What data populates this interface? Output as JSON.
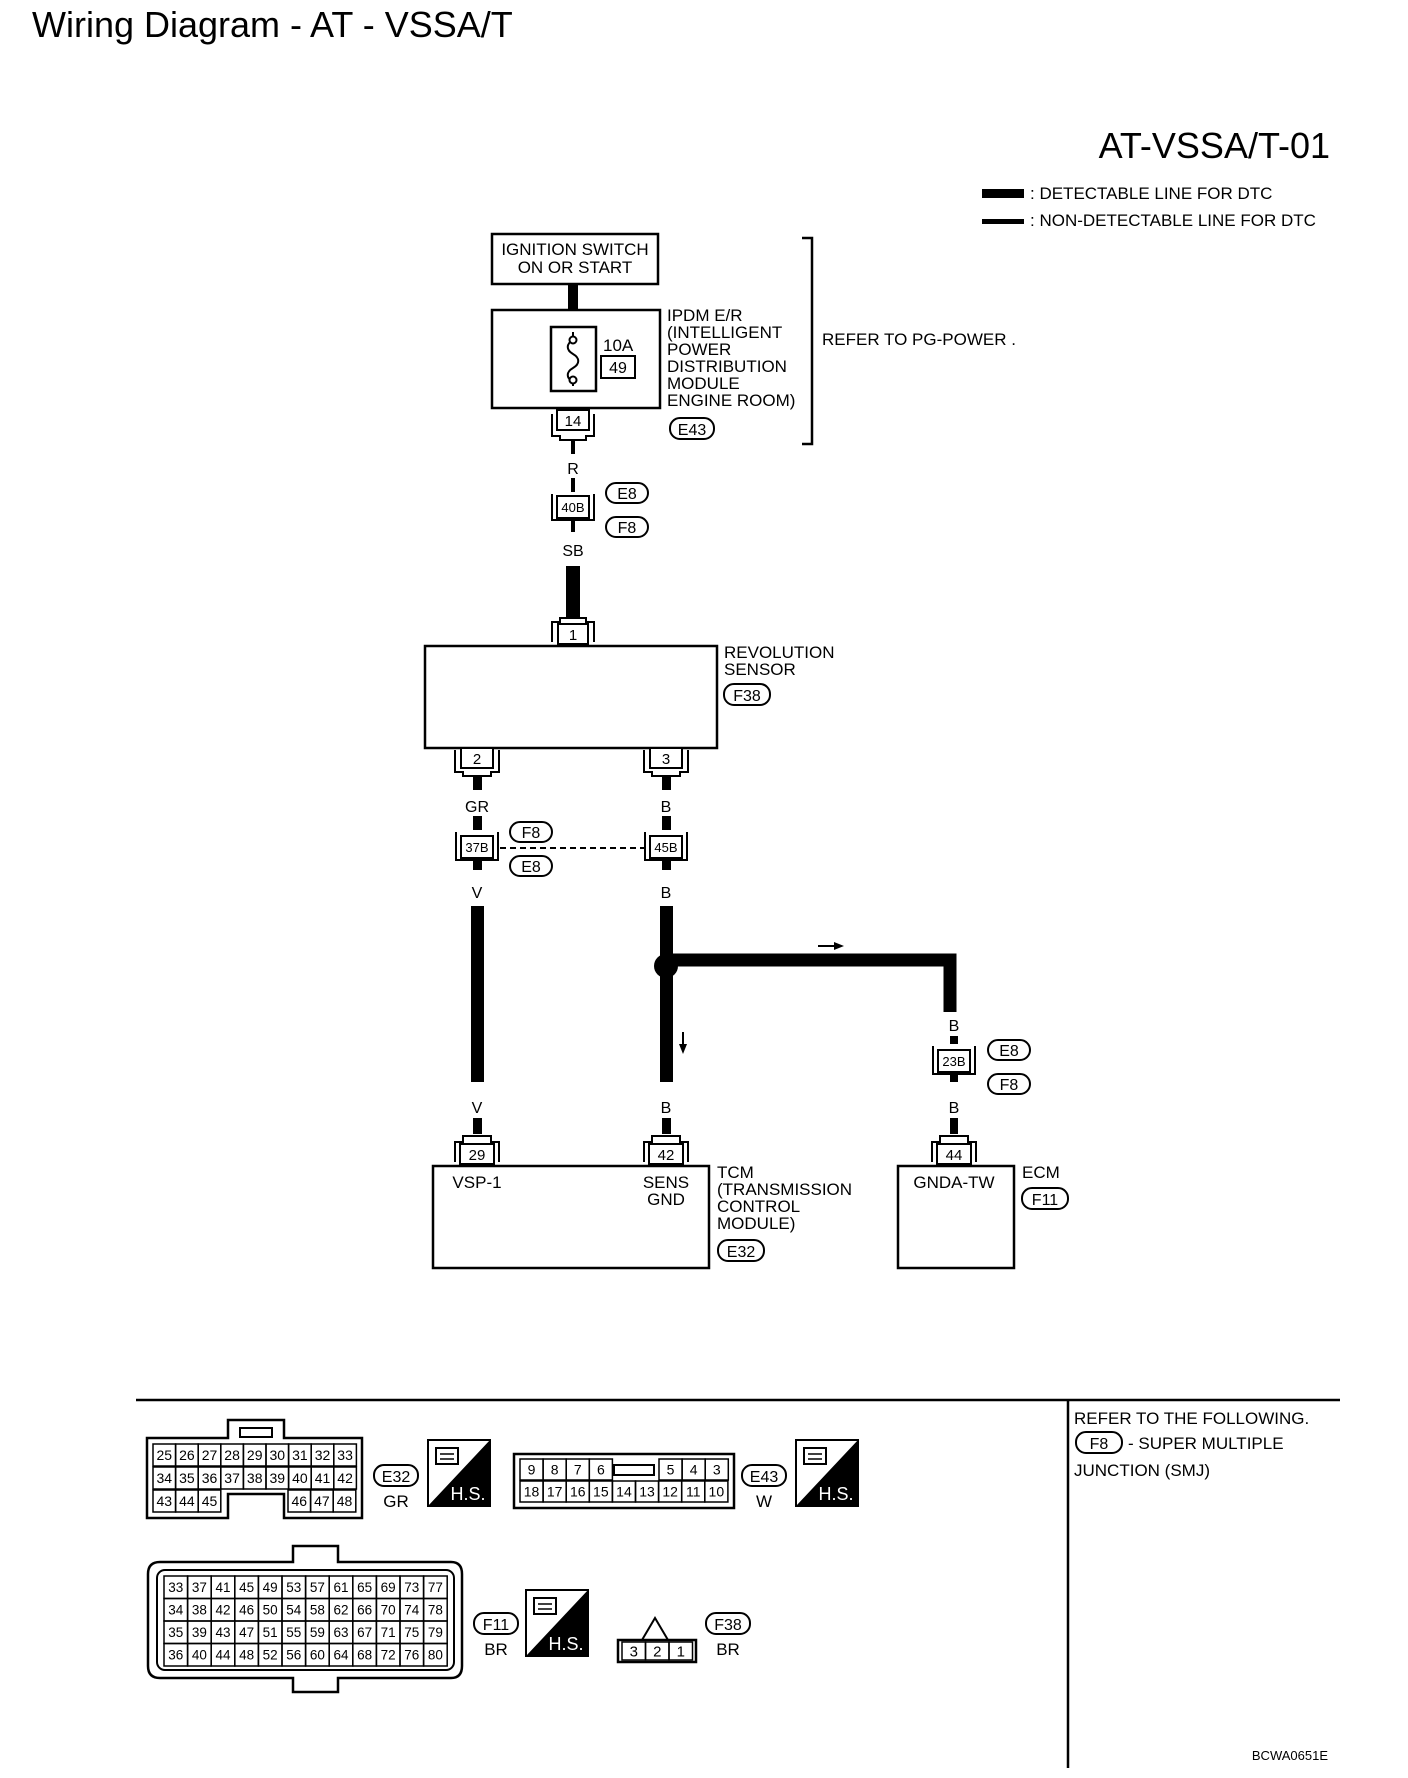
{
  "page": {
    "title": "Wiring Diagram - AT - VSSA/T"
  },
  "diagram": {
    "id": "AT-VSSA/T-01",
    "legend": {
      "detectable": ": DETECTABLE LINE FOR DTC",
      "non_detectable": ": NON-DETECTABLE LINE FOR DTC"
    },
    "ignition": {
      "line1": "IGNITION SWITCH",
      "line2": "ON OR START"
    },
    "ipdm": {
      "lines": [
        "IPDM E/R",
        "(INTELLIGENT",
        "POWER",
        "DISTRIBUTION",
        "MODULE",
        "ENGINE ROOM)"
      ],
      "fuse_amp": "10A",
      "fuse_no": "49",
      "pin": "14",
      "conn": "E43"
    },
    "refer": "REFER TO  PG-POWER .",
    "wires": {
      "r": "R",
      "sb": "SB",
      "gr": "GR",
      "v_top": "V",
      "v_bot": "V",
      "b1": "B",
      "b2": "B",
      "b3": "B",
      "b4": "B",
      "b5": "B"
    },
    "j40b": {
      "pin": "40B",
      "conn_top": "E8",
      "conn_bot": "F8"
    },
    "revolution_sensor": {
      "line1": "REVOLUTION",
      "line2": "SENSOR",
      "conn": "F38",
      "pin_top": "1",
      "pin_left": "2",
      "pin_right": "3"
    },
    "j37b": {
      "pin": "37B",
      "conn_top": "F8",
      "conn_bot": "E8"
    },
    "j45b": {
      "pin": "45B"
    },
    "j23b": {
      "pin": "23B",
      "conn_top": "E8",
      "conn_bot": "F8"
    },
    "tcm": {
      "lines": [
        "TCM",
        "(TRANSMISSION",
        "CONTROL",
        "MODULE)"
      ],
      "conn": "E32",
      "pin_vsp": "29",
      "pin_gnd": "42",
      "label_vsp": "VSP-1",
      "label_sens": "SENS",
      "label_gnd": "GND"
    },
    "ecm": {
      "label": "ECM",
      "conn": "F11",
      "pin": "44",
      "terminal": "GNDA-TW"
    }
  },
  "connectors": {
    "e32": {
      "name": "E32",
      "color": "GR",
      "row1": [
        "25",
        "26",
        "27",
        "28",
        "29",
        "30",
        "31",
        "32",
        "33"
      ],
      "row2": [
        "34",
        "35",
        "36",
        "37",
        "38",
        "39",
        "40",
        "41",
        "42"
      ],
      "row3_left": [
        "43",
        "44",
        "45"
      ],
      "row3_right": [
        "46",
        "47",
        "48"
      ]
    },
    "e43": {
      "name": "E43",
      "color": "W",
      "row1_left": [
        "9",
        "8",
        "7",
        "6"
      ],
      "row1_right": [
        "5",
        "4",
        "3"
      ],
      "row2": [
        "18",
        "17",
        "16",
        "15",
        "14",
        "13",
        "12",
        "11",
        "10"
      ]
    },
    "f11": {
      "name": "F11",
      "color": "BR",
      "rows": [
        [
          "33",
          "37",
          "41",
          "45",
          "49",
          "53",
          "57",
          "61",
          "65",
          "69",
          "73",
          "77"
        ],
        [
          "34",
          "38",
          "42",
          "46",
          "50",
          "54",
          "58",
          "62",
          "66",
          "70",
          "74",
          "78"
        ],
        [
          "35",
          "39",
          "43",
          "47",
          "51",
          "55",
          "59",
          "63",
          "67",
          "71",
          "75",
          "79"
        ],
        [
          "36",
          "40",
          "44",
          "48",
          "52",
          "56",
          "60",
          "64",
          "68",
          "72",
          "76",
          "80"
        ]
      ]
    },
    "f38": {
      "name": "F38",
      "color": "BR",
      "pins": [
        "3",
        "2",
        "1"
      ]
    },
    "hs_label": "H.S."
  },
  "refer_box": {
    "line1": "REFER TO THE FOLLOWING.",
    "conn": "F8",
    "line2": "- SUPER MULTIPLE",
    "line3": "JUNCTION (SMJ)"
  },
  "footer_code": "BCWA0651E"
}
